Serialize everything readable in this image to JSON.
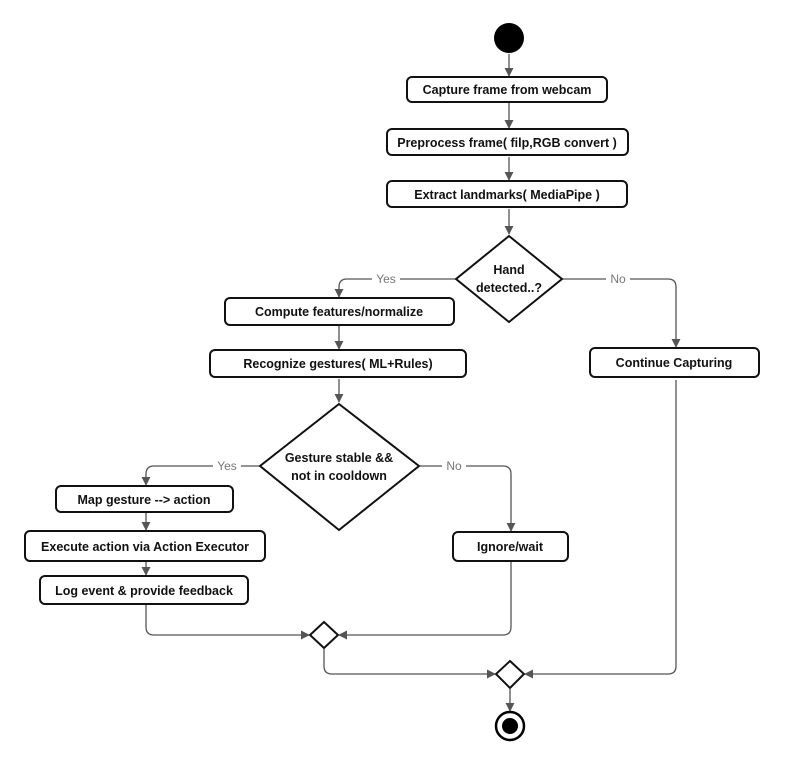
{
  "diagram": {
    "type": "activity",
    "nodes": {
      "capture": "Capture frame from webcam",
      "preprocess": "Preprocess frame( filp,RGB convert )",
      "extract": "Extract landmarks( MediaPipe )",
      "hand_detected": [
        "Hand",
        "detected..?"
      ],
      "compute": "Compute features/normalize",
      "recognize": "Recognize gestures( ML+Rules)",
      "continue": "Continue Capturing",
      "gesture_stable": [
        "Gesture stable &&",
        "not in cooldown"
      ],
      "map": "Map gesture --> action",
      "execute": "Execute action via Action Executor",
      "ignore": "Ignore/wait",
      "log": "Log event & provide feedback"
    },
    "edge_labels": {
      "hand_yes": "Yes",
      "hand_no": "No",
      "gesture_yes": "Yes",
      "gesture_no": "No"
    },
    "colors": {
      "stroke": "#111111",
      "edge": "#555555",
      "edge_label": "#777777",
      "fill": "#ffffff",
      "start_end": "#000000"
    }
  }
}
